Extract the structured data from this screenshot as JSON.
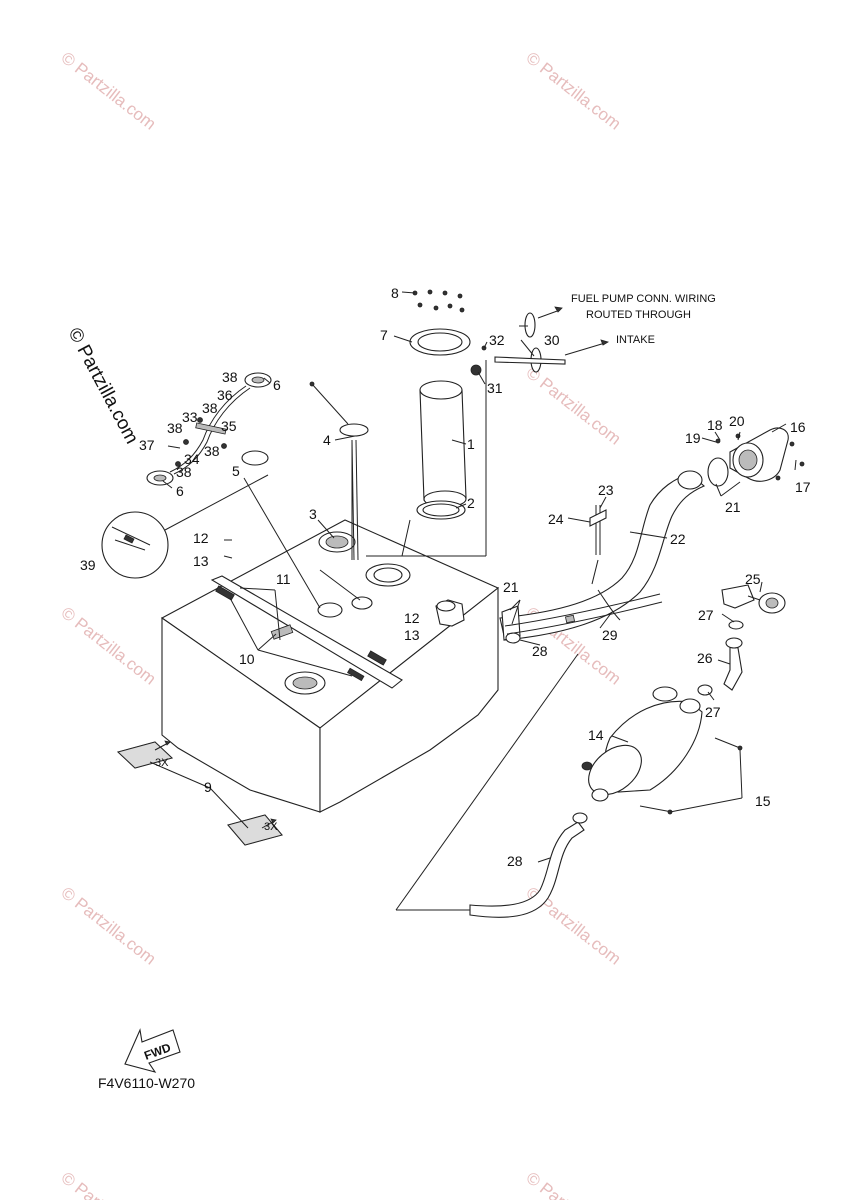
{
  "watermark": "© Partzilla.com",
  "side_watermark": "© Partzilla.com",
  "diagram_code": "F4V6110-W270",
  "forward_label": "FWD",
  "notes": {
    "wiring_line1": "FUEL PUMP CONN. WIRING",
    "wiring_line2": "ROUTED THROUGH",
    "intake": "INTAKE",
    "qty_3x_a": "3X",
    "qty_3x_b": "3X"
  },
  "callouts": [
    "1",
    "2",
    "3",
    "4",
    "5",
    "6",
    "6",
    "7",
    "8",
    "9",
    "10",
    "11",
    "12",
    "12",
    "13",
    "13",
    "14",
    "15",
    "16",
    "17",
    "18",
    "19",
    "20",
    "21",
    "21",
    "21",
    "22",
    "23",
    "24",
    "25",
    "26",
    "27",
    "27",
    "28",
    "28",
    "29",
    "30",
    "31",
    "32",
    "33",
    "34",
    "35",
    "36",
    "37",
    "38",
    "38",
    "38",
    "38",
    "38",
    "39"
  ]
}
